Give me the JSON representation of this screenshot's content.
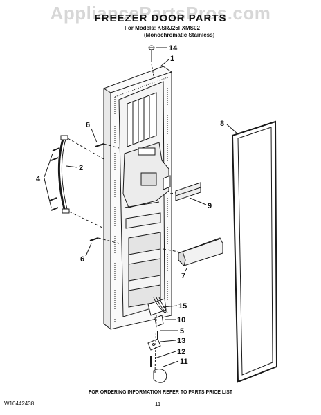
{
  "watermark": "AppliancePartsPros.com",
  "header": {
    "title": "FREEZER DOOR PARTS",
    "models": "For Models: KSRJ25FXMS02",
    "variant": "(Monochromatic Stainless)"
  },
  "footer": {
    "doc_number": "W10442438",
    "ordering_note": "FOR ORDERING INFORMATION REFER TO PARTS PRICE LIST",
    "page_number": "11"
  },
  "callouts": {
    "c14": "14",
    "c1": "1",
    "c6a": "6",
    "c8": "8",
    "c2": "2",
    "c4": "4",
    "c9": "9",
    "c6b": "6",
    "c7": "7",
    "c15": "15",
    "c10": "10",
    "c5": "5",
    "c13": "13",
    "c12": "12",
    "c11": "11"
  },
  "colors": {
    "line": "#1a1a1a",
    "watermark": "#9a9a9a"
  }
}
